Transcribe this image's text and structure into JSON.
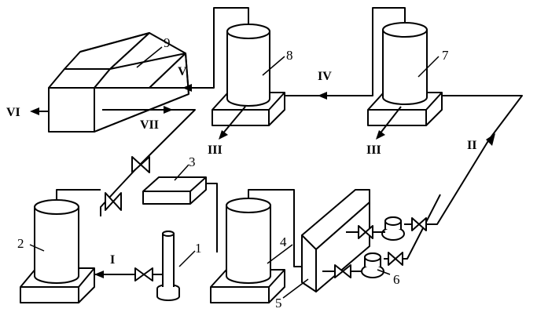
{
  "equipment_labels": {
    "n1": "1",
    "n2": "2",
    "n3": "3",
    "n4": "4",
    "n5": "5",
    "n6": "6",
    "n7": "7",
    "n8": "8",
    "n9": "9"
  },
  "stream_labels": {
    "I": "I",
    "II": "II",
    "III_8": "III",
    "III_7": "III",
    "IV": "IV",
    "V": "V",
    "VI": "VI",
    "VII": "VII"
  },
  "colors": {
    "line": "#000000",
    "background": "#ffffff"
  }
}
